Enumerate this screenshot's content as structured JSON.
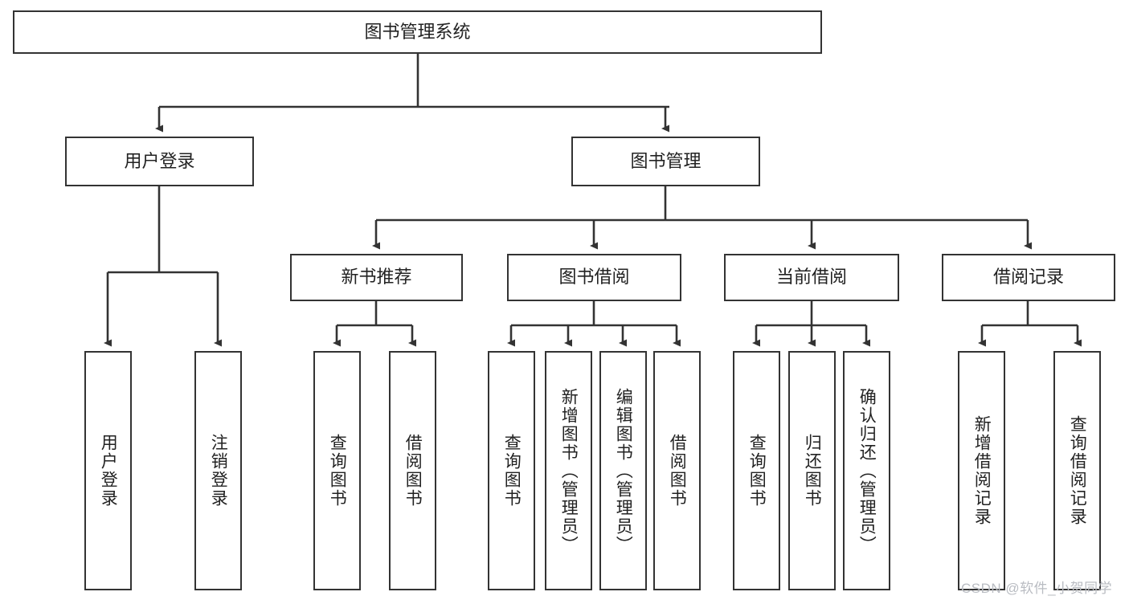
{
  "diagram": {
    "title": "图书管理系统",
    "root": {
      "label": "图书管理系统"
    },
    "level2": [
      {
        "label": "用户登录"
      },
      {
        "label": "图书管理"
      }
    ],
    "level3": [
      {
        "label": "新书推荐"
      },
      {
        "label": "图书借阅"
      },
      {
        "label": "当前借阅"
      },
      {
        "label": "借阅记录"
      }
    ],
    "leaves": {
      "user_login": [
        {
          "label": "用户登录"
        },
        {
          "label": "注销登录"
        }
      ],
      "new_book": [
        {
          "label": "查询图书"
        },
        {
          "label": "借阅图书"
        }
      ],
      "book_borrow": [
        {
          "label": "查询图书"
        },
        {
          "label": "新增图书（管理员）"
        },
        {
          "label": "编辑图书（管理员）"
        },
        {
          "label": "借阅图书"
        }
      ],
      "current_borrow": [
        {
          "label": "查询图书"
        },
        {
          "label": "归还图书"
        },
        {
          "label": "确认归还（管理员）"
        }
      ],
      "borrow_record": [
        {
          "label": "新增借阅记录"
        },
        {
          "label": "查询借阅记录"
        }
      ]
    }
  },
  "watermark": {
    "text": "CSDN @软件_小贺同学"
  },
  "colors": {
    "box_border": "#333333",
    "box_fill": "#ffffff",
    "edge": "#333333",
    "text": "#222222",
    "watermark": "#b9bcc2"
  }
}
